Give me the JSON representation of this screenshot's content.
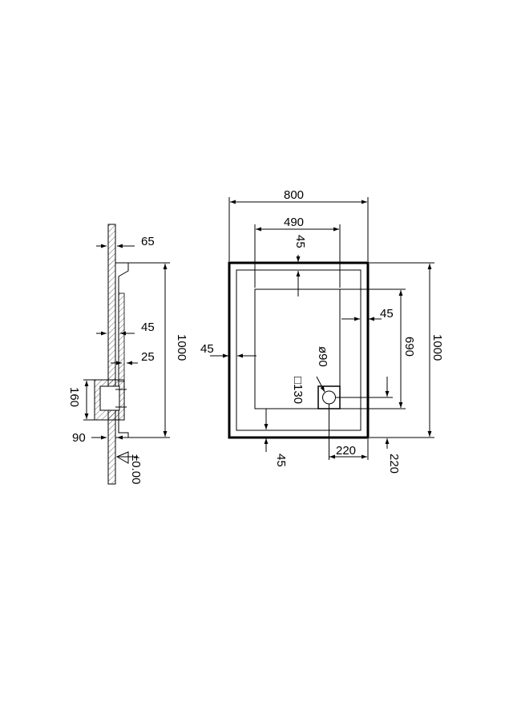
{
  "section_view": {
    "labels": {
      "d65": "65",
      "d45": "45",
      "d25": "25",
      "d1000": "1000",
      "d160": "160",
      "d90": "90",
      "level": "±0.00"
    }
  },
  "plan_view": {
    "labels": {
      "overall_width": "800",
      "inner_width": "490",
      "top_margin": "45",
      "right_margin": "45",
      "left_margin": "45",
      "bottom_margin": "45",
      "inner_height": "690",
      "overall_height": "1000",
      "drain_diameter": "ø90",
      "drain_square": "□130",
      "drain_offset_x": "220",
      "drain_offset_y": "220"
    }
  }
}
